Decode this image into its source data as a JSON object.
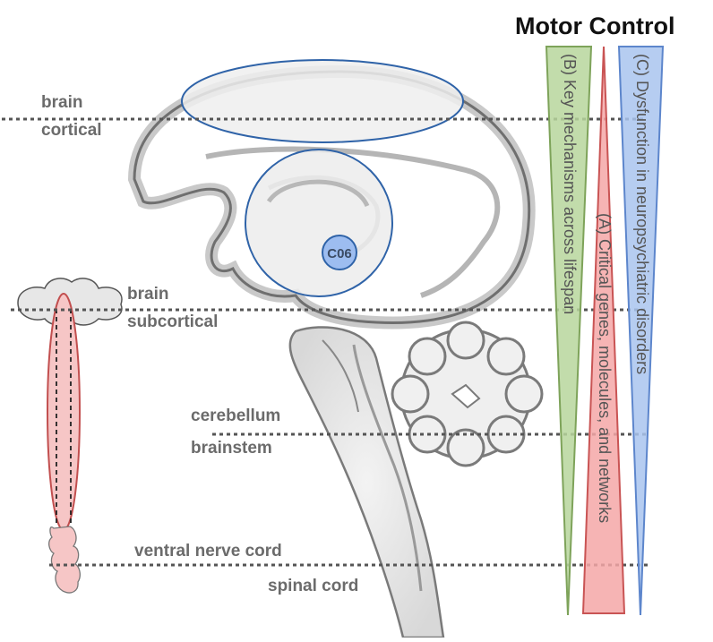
{
  "title": "Motor Control",
  "levels": {
    "brain": "brain",
    "cortical": "cortical",
    "brain_sub": "brain",
    "subcortical": "subcortical",
    "cerebellum": "cerebellum",
    "brainstem": "brainstem",
    "ventral_nerve_cord": "ventral nerve cord",
    "spinal_cord": "spinal cord"
  },
  "wedges": {
    "b": {
      "label": "(B) Key mechanisms across lifespan",
      "color": "#b7d69c",
      "stroke": "#7ea35a"
    },
    "a": {
      "label": "(A) Critical genes, molecules, and networks",
      "color": "#f5a7a7",
      "stroke": "#c95454"
    },
    "c": {
      "label": "(C) Dysfunction in neuropsychiatric disorders",
      "color": "#a9c4ef",
      "stroke": "#5d86cc"
    }
  },
  "node": {
    "label": "C06",
    "color": "#9dbdf0"
  },
  "colors": {
    "ellipse_stroke": "#2f63a8",
    "dotted": "#555555"
  }
}
